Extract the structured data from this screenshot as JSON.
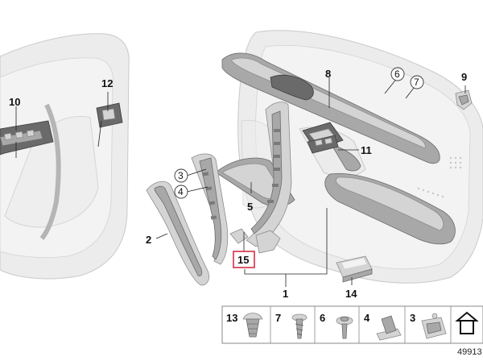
{
  "diagram_id": "49913",
  "callouts": {
    "c1": "1",
    "c2": "2",
    "c3": "3",
    "c4": "4",
    "c5": "5",
    "c6": "6",
    "c7": "7",
    "c8": "8",
    "c9": "9",
    "c10": "10",
    "c11": "11",
    "c12": "12",
    "c14": "14",
    "c15": "15"
  },
  "highlight": {
    "part": "15",
    "color": "#d0122b"
  },
  "hardware_tray": [
    "13",
    "7",
    "6",
    "4",
    "3"
  ]
}
